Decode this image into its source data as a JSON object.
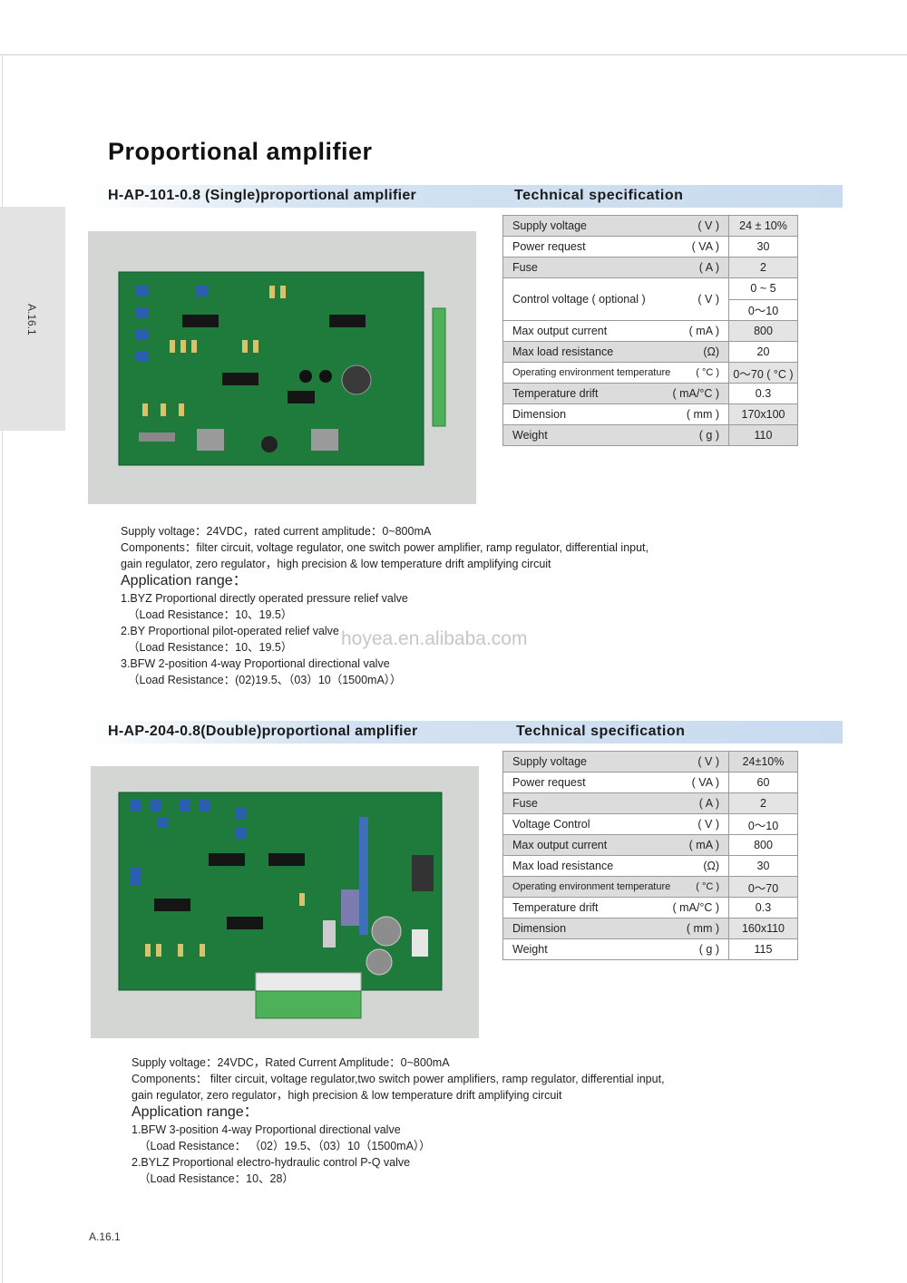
{
  "page_title": "Proportional amplifier",
  "side_tab": "A.16.1",
  "footer": "A.16.1",
  "watermark": "hoyea.en.alibaba.com",
  "colors": {
    "band_blue": "#c9dbef",
    "pcb_green": "#1f7a3d",
    "row_gray": "#dcdcdc"
  },
  "section1": {
    "title": "H-AP-101-0.8 (Single)proportional amplifier",
    "spec_title": "Technical specification",
    "specs": [
      {
        "label": "Supply voltage",
        "unit": "( V )",
        "value": "24 ± 10%"
      },
      {
        "label": "Power request",
        "unit": "( VA )",
        "value": "30"
      },
      {
        "label": "Fuse",
        "unit": "( A )",
        "value": "2"
      },
      {
        "label": "Control  voltage ( optional )",
        "unit": "( V )",
        "values": [
          "0 ~ 5",
          "0～10"
        ]
      },
      {
        "label": "Max output current",
        "unit": "( mA )",
        "value": "800"
      },
      {
        "label": "Max load resistance",
        "unit": "(Ω)",
        "value": "20"
      },
      {
        "label": "Operating environment temperature",
        "unit": "( °C )",
        "value": "0～70 ( °C )"
      },
      {
        "label": "Temperature drift",
        "unit": "( mA/°C )",
        "value": "0.3"
      },
      {
        "label": "Dimension",
        "unit": "( mm )",
        "value": "170x100"
      },
      {
        "label": "Weight",
        "unit": "( g )",
        "value": "110"
      }
    ],
    "supply": "Supply voltage：24VDC，rated current amplitude：0~800mA",
    "components_1": "Components：filter circuit, voltage regulator, one switch power amplifier, ramp regulator, differential input,",
    "components_2": "gain regulator, zero regulator，high precision & low temperature drift amplifying circuit",
    "app_heading": "Application range：",
    "app_lines": [
      "1.BYZ  Proportional directly operated pressure relief valve",
      "（Load Resistance：10、19.5）",
      "2.BY  Proportional pilot-operated relief valve",
      "（Load Resistance：10、19.5）",
      "3.BFW  2-position 4-way Proportional directional valve",
      "（Load Resistance：(02)19.5、（03）10（1500mA））"
    ]
  },
  "section2": {
    "title": "H-AP-204-0.8(Double)proportional amplifier",
    "spec_title": "Technical specification",
    "specs": [
      {
        "label": "Supply voltage",
        "unit": "( V )",
        "value": "24±10%"
      },
      {
        "label": "Power request",
        "unit": "( VA )",
        "value": "60"
      },
      {
        "label": "Fuse",
        "unit": "( A )",
        "value": "2"
      },
      {
        "label": "Voltage Control",
        "unit": "( V )",
        "value": "0～10"
      },
      {
        "label": "Max output current",
        "unit": "( mA )",
        "value": "800"
      },
      {
        "label": "Max load resistance",
        "unit": "(Ω)",
        "value": "30"
      },
      {
        "label": "Operating environment temperature",
        "unit": "( °C )",
        "value": "0～70"
      },
      {
        "label": "Temperature drift",
        "unit": "( mA/°C )",
        "value": "0.3"
      },
      {
        "label": "Dimension",
        "unit": "( mm )",
        "value": "160x110"
      },
      {
        "label": "Weight",
        "unit": "( g )",
        "value": "115"
      }
    ],
    "supply": "Supply voltage：24VDC，Rated Current Amplitude：0~800mA",
    "components_1": "Components：  filter circuit, voltage regulator,two switch power  amplifiers,  ramp regulator,  differential input,",
    "components_2": "gain regulator, zero regulator，high precision & low temperature drift amplifying circuit",
    "app_heading": "Application range：",
    "app_lines": [
      "1.BFW  3-position 4-way Proportional directional valve",
      "（Load Resistance：  （02）19.5、（03）10（1500mA））",
      "2.BYLZ Proportional electro-hydraulic control P-Q valve",
      "（Load Resistance：10、28）"
    ]
  }
}
